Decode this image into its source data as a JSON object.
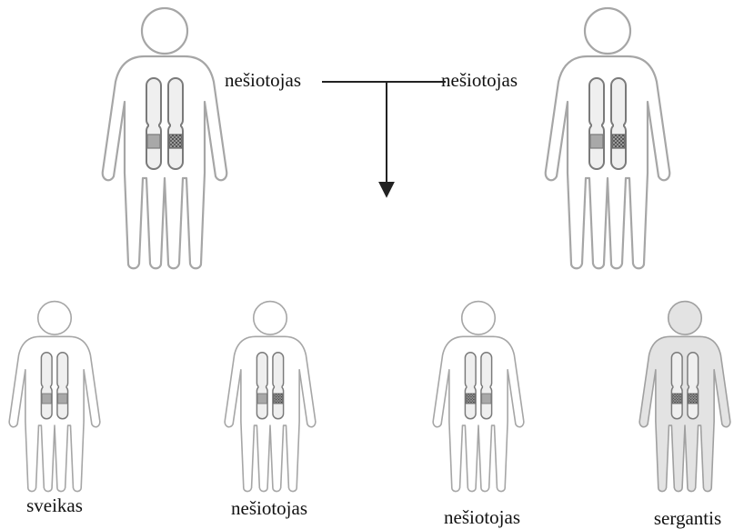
{
  "parents": [
    {
      "id": "left-parent",
      "label": "nešiotojas",
      "alleles": [
        "normal",
        "mutant"
      ],
      "affected": false
    },
    {
      "id": "right-parent",
      "label": "nešiotojas",
      "alleles": [
        "normal",
        "mutant"
      ],
      "affected": false
    }
  ],
  "children": [
    {
      "id": "child-1",
      "label": "sveikas",
      "alleles": [
        "normal",
        "normal"
      ],
      "affected": false
    },
    {
      "id": "child-2",
      "label": "nešiotojas",
      "alleles": [
        "normal",
        "mutant"
      ],
      "affected": false
    },
    {
      "id": "child-3",
      "label": "nešiotojas",
      "alleles": [
        "mutant",
        "normal"
      ],
      "affected": false
    },
    {
      "id": "child-4",
      "label": "sergantis",
      "alleles": [
        "mutant",
        "mutant"
      ],
      "affected": true
    }
  ],
  "colors": {
    "outline": "#a6a6a6",
    "affected_fill": "#e3e3e3",
    "normal_band": "#a8a8a8",
    "mutant_band": "dotted-dark",
    "arrow": "#222222"
  }
}
